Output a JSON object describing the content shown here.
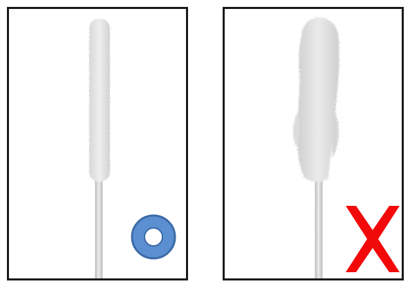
{
  "panels": [
    {
      "id": "correct",
      "swab": "properly-shaped-swab",
      "mark": "circle-icon",
      "mark_color": "#5b8fd1",
      "mark_border_color": "#3c6aa7"
    },
    {
      "id": "incorrect",
      "swab": "frayed-swab",
      "mark": "cross-icon",
      "mark_color": "#f20a0a"
    }
  ],
  "colors": {
    "swab_tip": "#e6e6e6",
    "swab_tip_shadow": "#c9c9c9",
    "stick": "#d4d4d4",
    "stick_edge": "#b5b5b5",
    "frame": "#1a1a1a"
  }
}
